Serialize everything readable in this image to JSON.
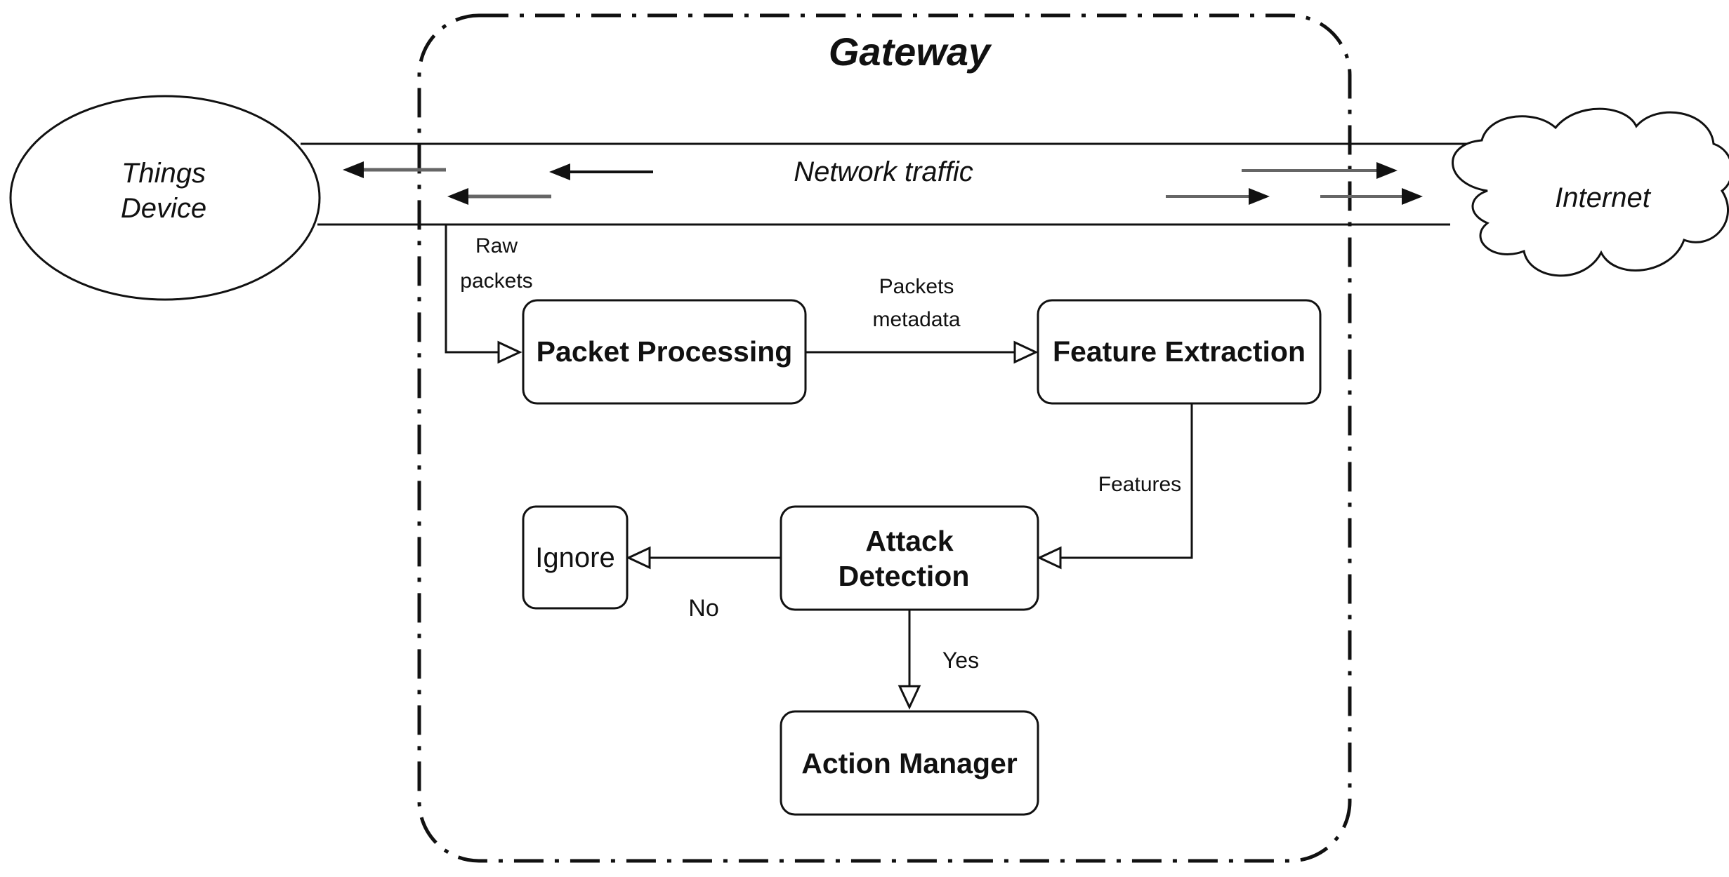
{
  "gateway": {
    "title": "Gateway"
  },
  "things_device": {
    "line1": "Things",
    "line2": "Device"
  },
  "internet": {
    "label": "Internet"
  },
  "network": {
    "label": "Network traffic"
  },
  "nodes": {
    "packet_processing": "Packet Processing",
    "feature_extraction": "Feature Extraction",
    "attack_detection_line1": "Attack",
    "attack_detection_line2": "Detection",
    "ignore": "Ignore",
    "action_manager": "Action Manager"
  },
  "edges": {
    "raw_packets_line1": "Raw",
    "raw_packets_line2": "packets",
    "packets_metadata_line1": "Packets",
    "packets_metadata_line2": "metadata",
    "features": "Features",
    "no": "No",
    "yes": "Yes"
  }
}
